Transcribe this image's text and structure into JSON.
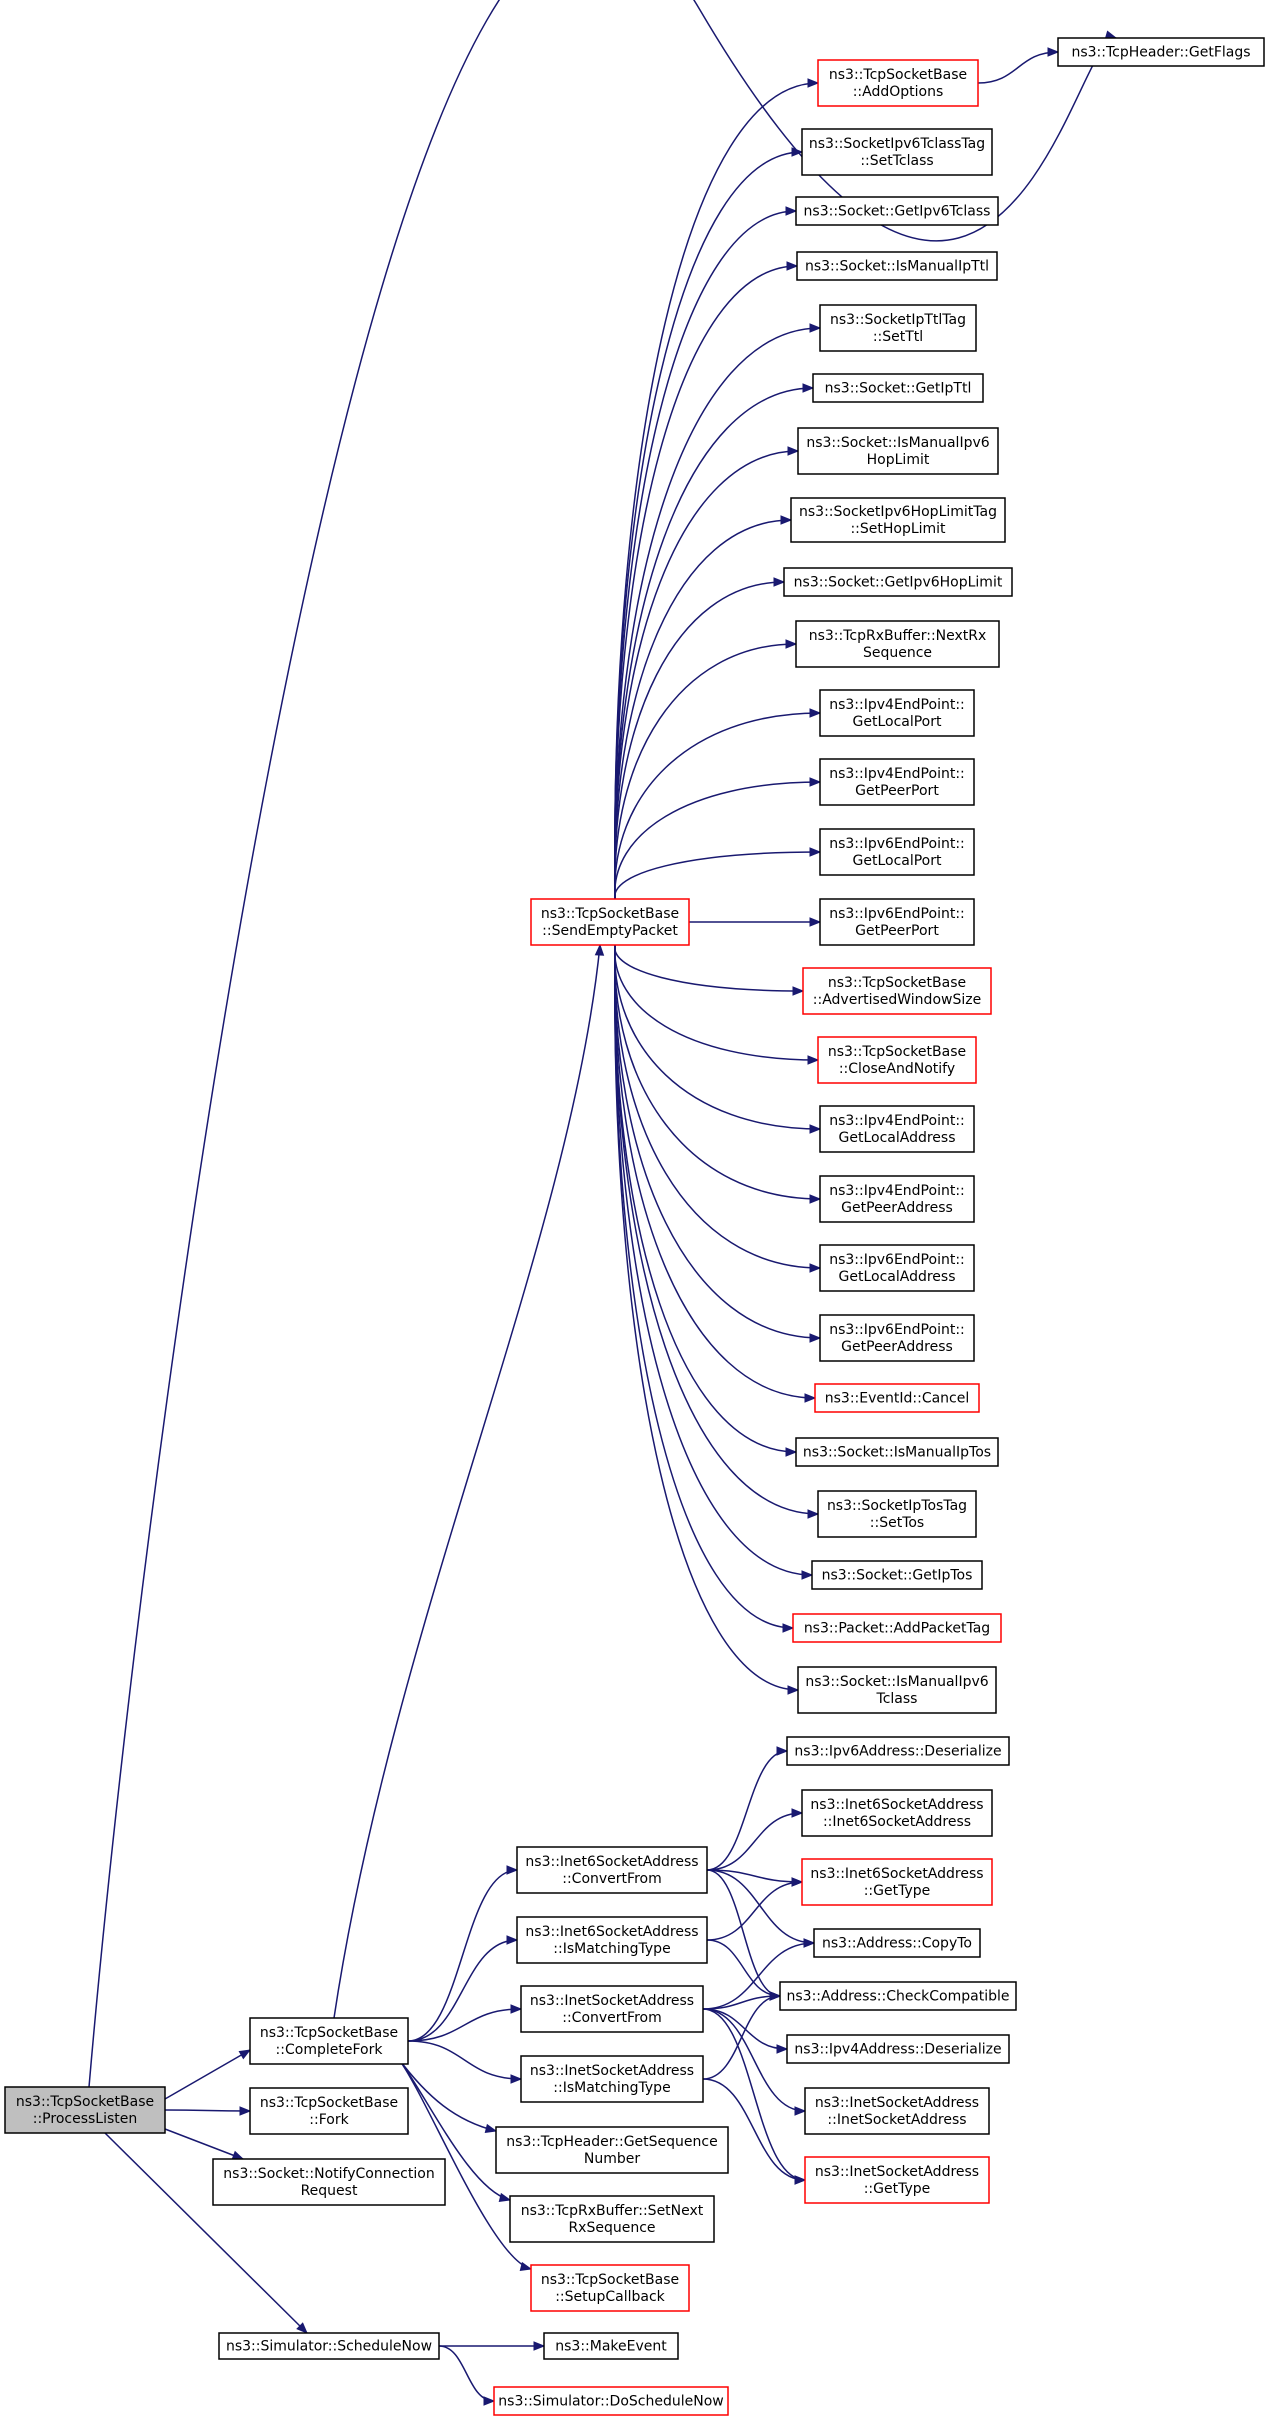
{
  "nodes": [
    {
      "id": "process_listen",
      "name": "node-tcpsocketbase-processlisten",
      "lines": [
        "ns3::TcpSocketBase",
        "::ProcessListen"
      ],
      "style": "root"
    },
    {
      "id": "complete_fork",
      "name": "node-tcpsocketbase-completefork",
      "lines": [
        "ns3::TcpSocketBase",
        "::CompleteFork"
      ],
      "style": "normal"
    },
    {
      "id": "fork",
      "name": "node-tcpsocketbase-fork",
      "lines": [
        "ns3::TcpSocketBase",
        "::Fork"
      ],
      "style": "normal"
    },
    {
      "id": "notify_conn",
      "name": "node-socket-notifyconnectionrequest",
      "lines": [
        "ns3::Socket::NotifyConnection",
        "Request"
      ],
      "style": "normal"
    },
    {
      "id": "schedule_now",
      "name": "node-simulator-schedulenow",
      "lines": [
        "ns3::Simulator::ScheduleNow"
      ],
      "style": "normal"
    },
    {
      "id": "send_empty",
      "name": "node-tcpsocketbase-sendemptypacket",
      "lines": [
        "ns3::TcpSocketBase",
        "::SendEmptyPacket"
      ],
      "style": "ref"
    },
    {
      "id": "get_flags",
      "name": "node-tcpheader-getflags",
      "lines": [
        "ns3::TcpHeader::GetFlags"
      ],
      "style": "normal"
    },
    {
      "id": "add_options",
      "name": "node-tcpsocketbase-addoptions",
      "lines": [
        "ns3::TcpSocketBase",
        "::AddOptions"
      ],
      "style": "ref"
    },
    {
      "id": "set_tclass",
      "name": "node-socketipv6tclasstag-settclass",
      "lines": [
        "ns3::SocketIpv6TclassTag",
        "::SetTclass"
      ],
      "style": "normal"
    },
    {
      "id": "get_ipv6_tclass",
      "name": "node-socket-getipv6tclass",
      "lines": [
        "ns3::Socket::GetIpv6Tclass"
      ],
      "style": "normal"
    },
    {
      "id": "is_manual_ipttl",
      "name": "node-socket-ismanualipttl",
      "lines": [
        "ns3::Socket::IsManualIpTtl"
      ],
      "style": "normal"
    },
    {
      "id": "set_ttl",
      "name": "node-socketipttltag-setttl",
      "lines": [
        "ns3::SocketIpTtlTag",
        "::SetTtl"
      ],
      "style": "normal"
    },
    {
      "id": "get_ipttl",
      "name": "node-socket-getipttl",
      "lines": [
        "ns3::Socket::GetIpTtl"
      ],
      "style": "normal"
    },
    {
      "id": "is_manual_ipv6_hoplimit",
      "name": "node-socket-ismanualipv6hoplimit",
      "lines": [
        "ns3::Socket::IsManualIpv6",
        "HopLimit"
      ],
      "style": "normal"
    },
    {
      "id": "set_hoplimit",
      "name": "node-socketipv6hoplimittag-sethoplimit",
      "lines": [
        "ns3::SocketIpv6HopLimitTag",
        "::SetHopLimit"
      ],
      "style": "normal"
    },
    {
      "id": "get_ipv6_hoplimit",
      "name": "node-socket-getipv6hoplimit",
      "lines": [
        "ns3::Socket::GetIpv6HopLimit"
      ],
      "style": "normal"
    },
    {
      "id": "next_rx_seq",
      "name": "node-tcprxbuffer-nextrxsequence",
      "lines": [
        "ns3::TcpRxBuffer::NextRx",
        "Sequence"
      ],
      "style": "normal"
    },
    {
      "id": "ipv4_get_local_port",
      "name": "node-ipv4endpoint-getlocalport",
      "lines": [
        "ns3::Ipv4EndPoint::",
        "GetLocalPort"
      ],
      "style": "normal"
    },
    {
      "id": "ipv4_get_peer_port",
      "name": "node-ipv4endpoint-getpeerport",
      "lines": [
        "ns3::Ipv4EndPoint::",
        "GetPeerPort"
      ],
      "style": "normal"
    },
    {
      "id": "ipv6_get_local_port",
      "name": "node-ipv6endpoint-getlocalport",
      "lines": [
        "ns3::Ipv6EndPoint::",
        "GetLocalPort"
      ],
      "style": "normal"
    },
    {
      "id": "ipv6_get_peer_port",
      "name": "node-ipv6endpoint-getpeerport",
      "lines": [
        "ns3::Ipv6EndPoint::",
        "GetPeerPort"
      ],
      "style": "normal"
    },
    {
      "id": "adv_window",
      "name": "node-tcpsocketbase-advertisedwindowsize",
      "lines": [
        "ns3::TcpSocketBase",
        "::AdvertisedWindowSize"
      ],
      "style": "ref"
    },
    {
      "id": "close_notify",
      "name": "node-tcpsocketbase-closeandnotify",
      "lines": [
        "ns3::TcpSocketBase",
        "::CloseAndNotify"
      ],
      "style": "ref"
    },
    {
      "id": "ipv4_get_local_addr",
      "name": "node-ipv4endpoint-getlocaladdress",
      "lines": [
        "ns3::Ipv4EndPoint::",
        "GetLocalAddress"
      ],
      "style": "normal"
    },
    {
      "id": "ipv4_get_peer_addr",
      "name": "node-ipv4endpoint-getpeeraddress",
      "lines": [
        "ns3::Ipv4EndPoint::",
        "GetPeerAddress"
      ],
      "style": "normal"
    },
    {
      "id": "ipv6_get_local_addr",
      "name": "node-ipv6endpoint-getlocaladdress",
      "lines": [
        "ns3::Ipv6EndPoint::",
        "GetLocalAddress"
      ],
      "style": "normal"
    },
    {
      "id": "ipv6_get_peer_addr",
      "name": "node-ipv6endpoint-getpeeraddress",
      "lines": [
        "ns3::Ipv6EndPoint::",
        "GetPeerAddress"
      ],
      "style": "normal"
    },
    {
      "id": "event_cancel",
      "name": "node-eventid-cancel",
      "lines": [
        "ns3::EventId::Cancel"
      ],
      "style": "ref"
    },
    {
      "id": "is_manual_iptos",
      "name": "node-socket-ismanualiptos",
      "lines": [
        "ns3::Socket::IsManualIpTos"
      ],
      "style": "normal"
    },
    {
      "id": "set_tos",
      "name": "node-socketiptostag-settos",
      "lines": [
        "ns3::SocketIpTosTag",
        "::SetTos"
      ],
      "style": "normal"
    },
    {
      "id": "get_iptos",
      "name": "node-socket-getiptos",
      "lines": [
        "ns3::Socket::GetIpTos"
      ],
      "style": "normal"
    },
    {
      "id": "add_packet_tag",
      "name": "node-packet-addpackettag",
      "lines": [
        "ns3::Packet::AddPacketTag"
      ],
      "style": "ref"
    },
    {
      "id": "is_manual_ipv6_tclass",
      "name": "node-socket-ismanualipv6tclass",
      "lines": [
        "ns3::Socket::IsManualIpv6",
        "Tclass"
      ],
      "style": "normal"
    },
    {
      "id": "ipv6_deserialize",
      "name": "node-ipv6address-deserialize",
      "lines": [
        "ns3::Ipv6Address::Deserialize"
      ],
      "style": "normal"
    },
    {
      "id": "inet6_ctor",
      "name": "node-inet6socketaddress-inet6socketaddress",
      "lines": [
        "ns3::Inet6SocketAddress",
        "::Inet6SocketAddress"
      ],
      "style": "normal"
    },
    {
      "id": "inet6_get_type",
      "name": "node-inet6socketaddress-gettype",
      "lines": [
        "ns3::Inet6SocketAddress",
        "::GetType"
      ],
      "style": "ref"
    },
    {
      "id": "inet6_convert_from",
      "name": "node-inet6socketaddress-convertfrom",
      "lines": [
        "ns3::Inet6SocketAddress",
        "::ConvertFrom"
      ],
      "style": "normal"
    },
    {
      "id": "inet6_is_matching",
      "name": "node-inet6socketaddress-ismatchingtype",
      "lines": [
        "ns3::Inet6SocketAddress",
        "::IsMatchingType"
      ],
      "style": "normal"
    },
    {
      "id": "address_copy_to",
      "name": "node-address-copyto",
      "lines": [
        "ns3::Address::CopyTo"
      ],
      "style": "normal"
    },
    {
      "id": "address_check_compat",
      "name": "node-address-checkcompatible",
      "lines": [
        "ns3::Address::CheckCompatible"
      ],
      "style": "normal"
    },
    {
      "id": "inet_convert_from",
      "name": "node-inetsocketaddress-convertfrom",
      "lines": [
        "ns3::InetSocketAddress",
        "::ConvertFrom"
      ],
      "style": "normal"
    },
    {
      "id": "ipv4_deserialize",
      "name": "node-ipv4address-deserialize",
      "lines": [
        "ns3::Ipv4Address::Deserialize"
      ],
      "style": "normal"
    },
    {
      "id": "inet_is_matching",
      "name": "node-inetsocketaddress-ismatchingtype",
      "lines": [
        "ns3::InetSocketAddress",
        "::IsMatchingType"
      ],
      "style": "normal"
    },
    {
      "id": "inet_ctor",
      "name": "node-inetsocketaddress-inetsocketaddress",
      "lines": [
        "ns3::InetSocketAddress",
        "::InetSocketAddress"
      ],
      "style": "normal"
    },
    {
      "id": "inet_get_type",
      "name": "node-inetsocketaddress-gettype",
      "lines": [
        "ns3::InetSocketAddress",
        "::GetType"
      ],
      "style": "ref"
    },
    {
      "id": "get_seq_number",
      "name": "node-tcpheader-getsequencenumber",
      "lines": [
        "ns3::TcpHeader::GetSequence",
        "Number"
      ],
      "style": "normal"
    },
    {
      "id": "set_next_rx_seq",
      "name": "node-tcprxbuffer-setnextrxsequence",
      "lines": [
        "ns3::TcpRxBuffer::SetNext",
        "RxSequence"
      ],
      "style": "normal"
    },
    {
      "id": "setup_callback",
      "name": "node-tcpsocketbase-setupcallback",
      "lines": [
        "ns3::TcpSocketBase",
        "::SetupCallback"
      ],
      "style": "ref"
    },
    {
      "id": "make_event",
      "name": "node-makeevent",
      "lines": [
        "ns3::MakeEvent"
      ],
      "style": "normal"
    },
    {
      "id": "do_schedule_now",
      "name": "node-simulator-doschedulenow",
      "lines": [
        "ns3::Simulator::DoScheduleNow"
      ],
      "style": "ref"
    }
  ],
  "edges": [
    [
      "process_listen",
      "get_flags"
    ],
    [
      "process_listen",
      "complete_fork"
    ],
    [
      "process_listen",
      "fork"
    ],
    [
      "process_listen",
      "notify_conn"
    ],
    [
      "process_listen",
      "schedule_now"
    ],
    [
      "complete_fork",
      "send_empty"
    ],
    [
      "complete_fork",
      "inet6_convert_from"
    ],
    [
      "complete_fork",
      "inet6_is_matching"
    ],
    [
      "complete_fork",
      "inet_convert_from"
    ],
    [
      "complete_fork",
      "inet_is_matching"
    ],
    [
      "complete_fork",
      "get_seq_number"
    ],
    [
      "complete_fork",
      "set_next_rx_seq"
    ],
    [
      "complete_fork",
      "setup_callback"
    ],
    [
      "send_empty",
      "add_options"
    ],
    [
      "send_empty",
      "set_tclass"
    ],
    [
      "send_empty",
      "get_ipv6_tclass"
    ],
    [
      "send_empty",
      "is_manual_ipttl"
    ],
    [
      "send_empty",
      "set_ttl"
    ],
    [
      "send_empty",
      "get_ipttl"
    ],
    [
      "send_empty",
      "is_manual_ipv6_hoplimit"
    ],
    [
      "send_empty",
      "set_hoplimit"
    ],
    [
      "send_empty",
      "get_ipv6_hoplimit"
    ],
    [
      "send_empty",
      "next_rx_seq"
    ],
    [
      "send_empty",
      "ipv4_get_local_port"
    ],
    [
      "send_empty",
      "ipv4_get_peer_port"
    ],
    [
      "send_empty",
      "ipv6_get_local_port"
    ],
    [
      "send_empty",
      "ipv6_get_peer_port"
    ],
    [
      "send_empty",
      "adv_window"
    ],
    [
      "send_empty",
      "close_notify"
    ],
    [
      "send_empty",
      "ipv4_get_local_addr"
    ],
    [
      "send_empty",
      "ipv4_get_peer_addr"
    ],
    [
      "send_empty",
      "ipv6_get_local_addr"
    ],
    [
      "send_empty",
      "ipv6_get_peer_addr"
    ],
    [
      "send_empty",
      "event_cancel"
    ],
    [
      "send_empty",
      "is_manual_iptos"
    ],
    [
      "send_empty",
      "set_tos"
    ],
    [
      "send_empty",
      "get_iptos"
    ],
    [
      "send_empty",
      "add_packet_tag"
    ],
    [
      "send_empty",
      "is_manual_ipv6_tclass"
    ],
    [
      "add_options",
      "get_flags"
    ],
    [
      "inet6_convert_from",
      "ipv6_deserialize"
    ],
    [
      "inet6_convert_from",
      "inet6_ctor"
    ],
    [
      "inet6_convert_from",
      "inet6_get_type"
    ],
    [
      "inet6_convert_from",
      "address_copy_to"
    ],
    [
      "inet6_convert_from",
      "address_check_compat"
    ],
    [
      "inet6_is_matching",
      "inet6_get_type"
    ],
    [
      "inet6_is_matching",
      "address_check_compat"
    ],
    [
      "inet_convert_from",
      "address_copy_to"
    ],
    [
      "inet_convert_from",
      "address_check_compat"
    ],
    [
      "inet_convert_from",
      "ipv4_deserialize"
    ],
    [
      "inet_convert_from",
      "inet_ctor"
    ],
    [
      "inet_convert_from",
      "inet_get_type"
    ],
    [
      "inet_is_matching",
      "address_check_compat"
    ],
    [
      "inet_is_matching",
      "inet_get_type"
    ],
    [
      "schedule_now",
      "make_event"
    ],
    [
      "schedule_now",
      "do_schedule_now"
    ]
  ]
}
